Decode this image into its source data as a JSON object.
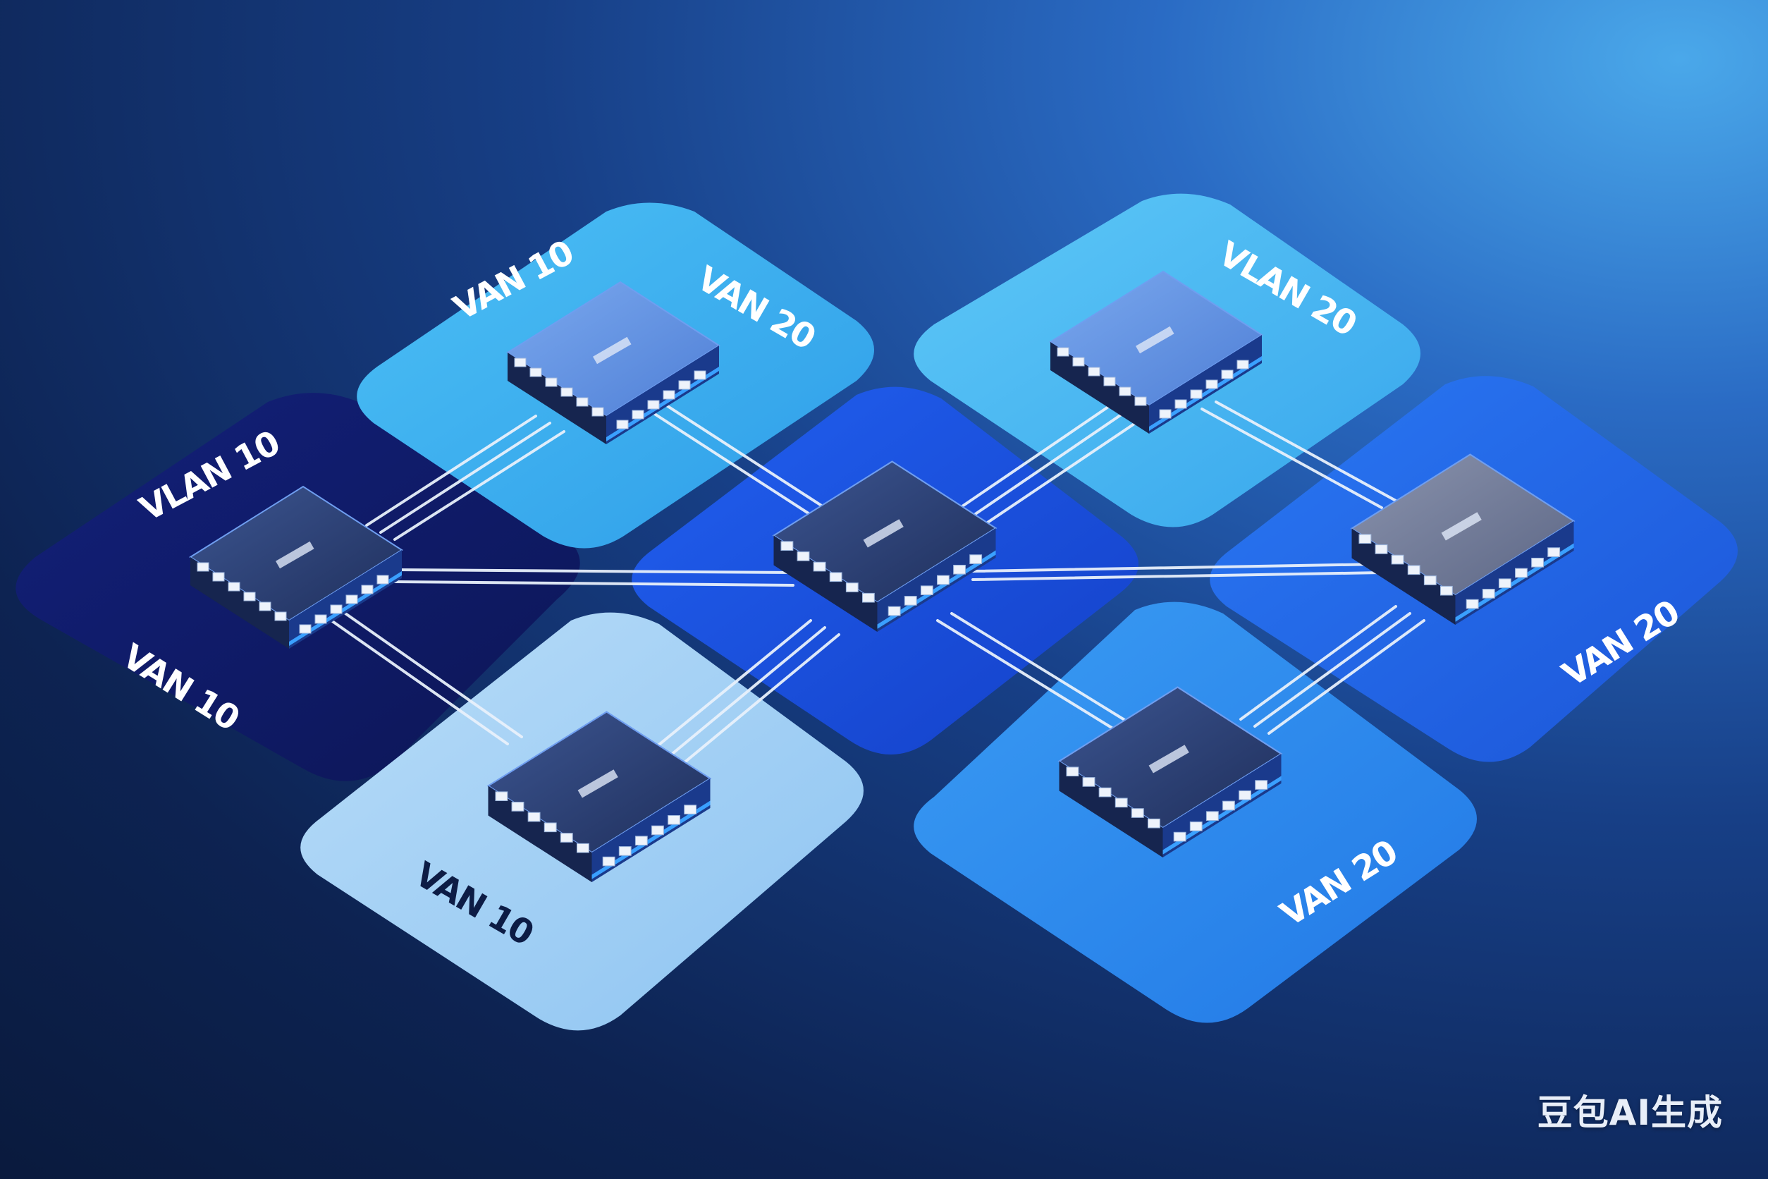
{
  "image": {
    "subject": "network switches on VLAN tiles",
    "colors": {
      "tile_dark": "#0f1f6e",
      "tile_light": "#a8d4f6",
      "tile_sky": "#3fb0ee",
      "tile_mid": "#1f58e8",
      "tile_azure": "#2d8ef0",
      "switch_body": "#2a3f72",
      "cable": "#e6eef9"
    }
  },
  "vlan_labels": {
    "top_left_tile_a": "VAN 10",
    "top_left_tile_b": "VAN 20",
    "top_right_tile": "VLAN 20",
    "left_tile_top": "VLAN 10",
    "left_tile_bottom": "VAN 10",
    "bottom_left_tile": "VAN 10",
    "right_tile": "VAN 20",
    "bottom_right_tile": "VAN 20"
  },
  "watermark": "豆包AI生成"
}
